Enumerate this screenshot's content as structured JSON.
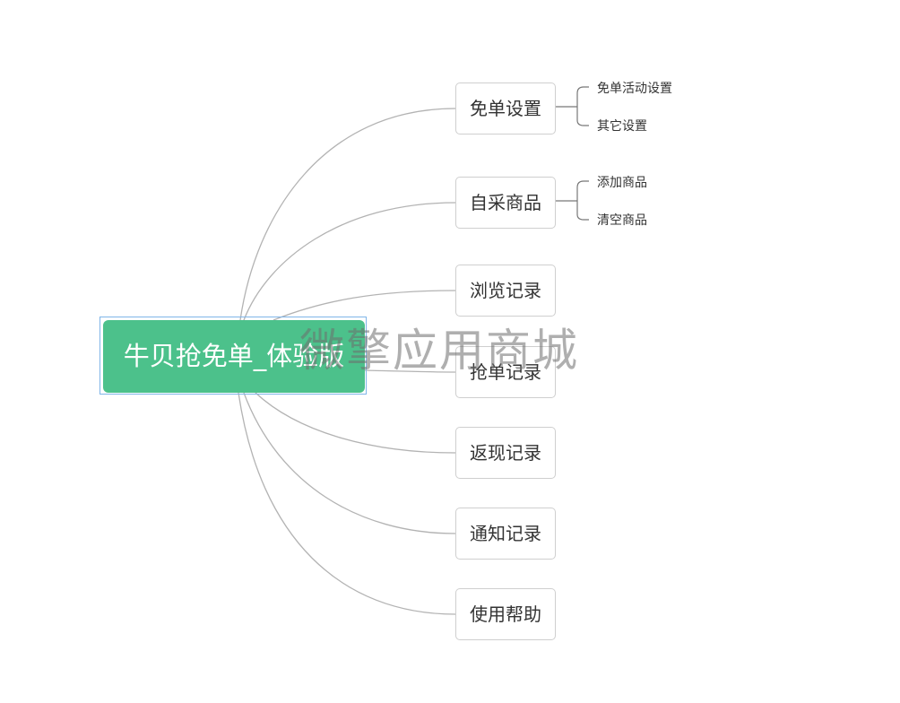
{
  "root": {
    "label": "牛贝抢免单_体验版",
    "fill_color": "#4cc18b"
  },
  "branches": [
    {
      "label": "免单设置",
      "children": [
        "免单活动设置",
        "其它设置"
      ]
    },
    {
      "label": "自采商品",
      "children": [
        "添加商品",
        "清空商品"
      ]
    },
    {
      "label": "浏览记录",
      "children": []
    },
    {
      "label": "抢单记录",
      "children": []
    },
    {
      "label": "返现记录",
      "children": []
    },
    {
      "label": "通知记录",
      "children": []
    },
    {
      "label": "使用帮助",
      "children": []
    }
  ],
  "watermark": "微擎应用商城",
  "line_color": "#b3b3b3"
}
